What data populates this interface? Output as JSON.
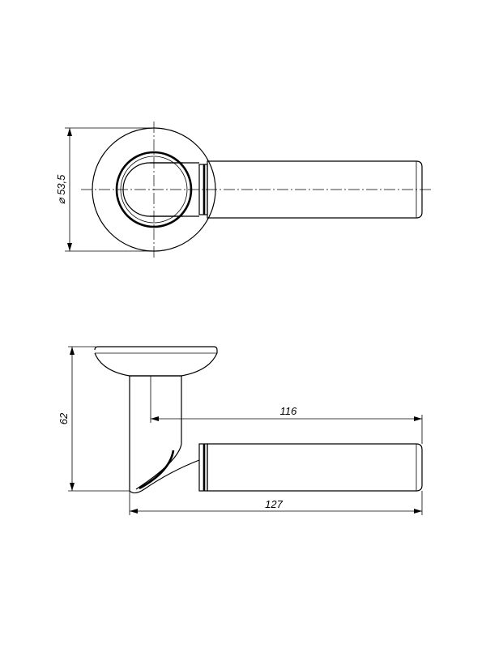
{
  "drawing": {
    "dimensions": {
      "rosette_diameter": "⌀ 53,5",
      "height": "62",
      "lever_length": "116",
      "total_length": "127"
    }
  }
}
